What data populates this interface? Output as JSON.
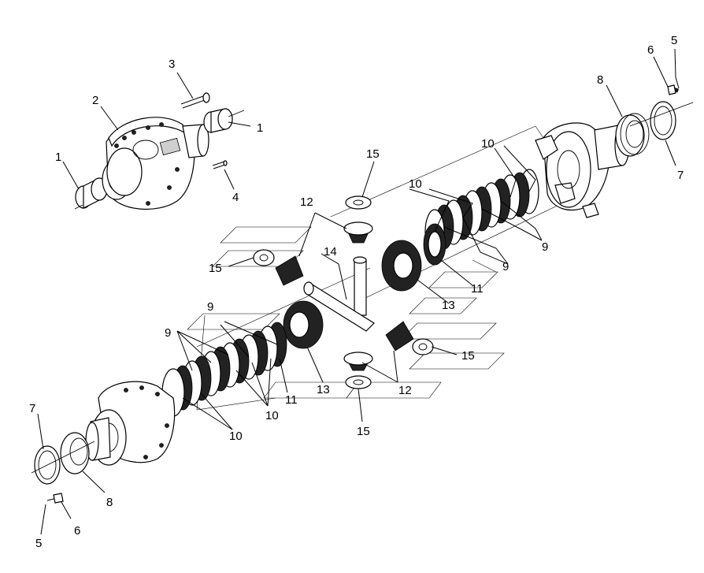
{
  "diagram": {
    "callouts": [
      {
        "id": "c1a",
        "text": "1"
      },
      {
        "id": "c1b",
        "text": "1"
      },
      {
        "id": "c2",
        "text": "2"
      },
      {
        "id": "c3",
        "text": "3"
      },
      {
        "id": "c4",
        "text": "4"
      },
      {
        "id": "c5a",
        "text": "5"
      },
      {
        "id": "c5b",
        "text": "5"
      },
      {
        "id": "c6a",
        "text": "6"
      },
      {
        "id": "c6b",
        "text": "6"
      },
      {
        "id": "c7a",
        "text": "7"
      },
      {
        "id": "c7b",
        "text": "7"
      },
      {
        "id": "c8a",
        "text": "8"
      },
      {
        "id": "c8b",
        "text": "8"
      },
      {
        "id": "c9a",
        "text": "9"
      },
      {
        "id": "c9b",
        "text": "9"
      },
      {
        "id": "c9c",
        "text": "9"
      },
      {
        "id": "c9d",
        "text": "9"
      },
      {
        "id": "c10a",
        "text": "10"
      },
      {
        "id": "c10b",
        "text": "10"
      },
      {
        "id": "c10c",
        "text": "10"
      },
      {
        "id": "c10d",
        "text": "10"
      },
      {
        "id": "c11a",
        "text": "11"
      },
      {
        "id": "c11b",
        "text": "11"
      },
      {
        "id": "c12a",
        "text": "12"
      },
      {
        "id": "c12b",
        "text": "12"
      },
      {
        "id": "c13a",
        "text": "13"
      },
      {
        "id": "c13b",
        "text": "13"
      },
      {
        "id": "c14",
        "text": "14"
      },
      {
        "id": "c15a",
        "text": "15"
      },
      {
        "id": "c15b",
        "text": "15"
      },
      {
        "id": "c15c",
        "text": "15"
      },
      {
        "id": "c15d",
        "text": "15"
      }
    ]
  }
}
